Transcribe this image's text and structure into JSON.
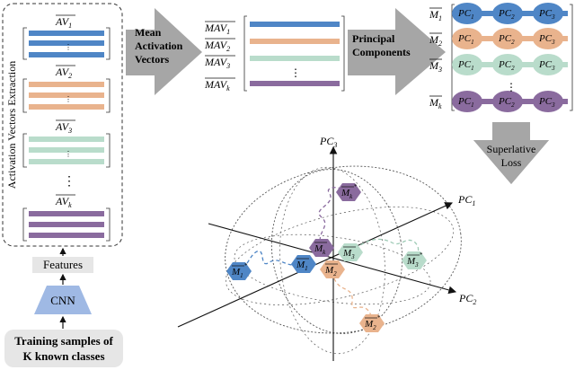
{
  "labels": {
    "extraction": "Activation Vectors Extraction",
    "av_rows": [
      "AV",
      "AV",
      "AV",
      "AV"
    ],
    "av_subs": [
      "1",
      "2",
      "3",
      "k"
    ],
    "mean_arrow": [
      "Mean",
      "Activation",
      "Vectors"
    ],
    "pc_arrow": [
      "Principal",
      "Components"
    ],
    "loss_arrow": [
      "Superlative",
      "Loss"
    ],
    "mav_rows": [
      "MAV",
      "MAV",
      "MAV",
      "MAV"
    ],
    "mav_subs": [
      "1",
      "2",
      "3",
      "k"
    ],
    "m_rows": [
      "M",
      "M",
      "M",
      "M"
    ],
    "m_subs": [
      "1",
      "2",
      "3",
      "k"
    ],
    "pc_labels": [
      "PC",
      "PC",
      "PC"
    ],
    "pc_subs": [
      "1",
      "2",
      "3"
    ],
    "features": "Features",
    "cnn": "CNN",
    "training": [
      "Training  samples of",
      "K known classes"
    ],
    "ellipsis": "⋮",
    "axis_labels": [
      "PC",
      "PC",
      "PC"
    ],
    "axis_subs": [
      "3",
      "1",
      "2"
    ],
    "points": [
      {
        "name": "M",
        "sub": "k",
        "star": true
      },
      {
        "name": "M",
        "sub": "k",
        "star": false
      },
      {
        "name": "M",
        "sub": "3",
        "star": false
      },
      {
        "name": "M",
        "sub": "3",
        "star": true
      },
      {
        "name": "M",
        "sub": "1",
        "star": true
      },
      {
        "name": "M",
        "sub": "1",
        "star": false
      },
      {
        "name": "M",
        "sub": "2",
        "star": false
      },
      {
        "name": "M",
        "sub": "2",
        "star": true
      }
    ]
  },
  "colors": {
    "blue": "#4f86c6",
    "orange": "#e9b38d",
    "green": "#b9dccb",
    "purple": "#8a6b9e",
    "arrow": "#a6a6a6",
    "box": "#e6e6e6",
    "cnn": "#9fb9e4"
  }
}
